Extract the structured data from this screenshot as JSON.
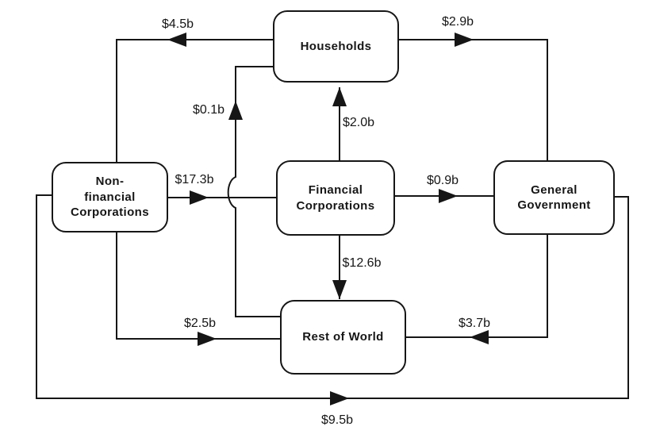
{
  "colors": {
    "line": "#161616",
    "text": "#161616",
    "background": "#ffffff"
  },
  "nodes": [
    {
      "id": "households",
      "label": "Households"
    },
    {
      "id": "non-financial-corporations",
      "label": "Non-\nfinancial\nCorporations"
    },
    {
      "id": "financial-corporations",
      "label": "Financial\nCorporations"
    },
    {
      "id": "general-government",
      "label": "General\nGovernment"
    },
    {
      "id": "rest-of-world",
      "label": "Rest of World"
    }
  ],
  "flows": [
    {
      "from": "Households",
      "to": "Non-financial Corporations",
      "amount": "$4.5b"
    },
    {
      "from": "Households",
      "to": "General Government",
      "amount": "$2.9b"
    },
    {
      "from": "Rest of World",
      "to": "Households",
      "amount": "$0.1b"
    },
    {
      "from": "Financial Corporations",
      "to": "Households",
      "amount": "$2.0b"
    },
    {
      "from": "Non-financial Corporations",
      "to": "Financial Corporations",
      "amount": "$17.3b"
    },
    {
      "from": "Financial Corporations",
      "to": "General Government",
      "amount": "$0.9b"
    },
    {
      "from": "Financial Corporations",
      "to": "Rest of World",
      "amount": "$12.6b"
    },
    {
      "from": "Non-financial Corporations",
      "to": "Rest of World",
      "amount": "$2.5b"
    },
    {
      "from": "General Government",
      "to": "Rest of World",
      "amount": "$3.7b"
    },
    {
      "from": "Non-financial Corporations",
      "to": "General Government",
      "amount": "$9.5b"
    }
  ]
}
